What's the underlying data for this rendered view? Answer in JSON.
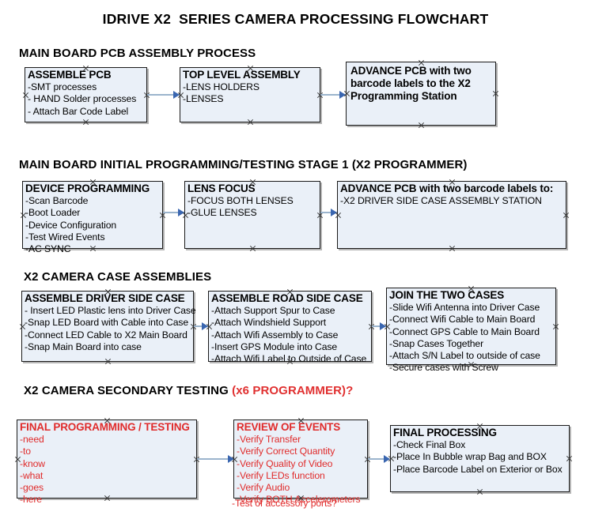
{
  "document": {
    "title": "IDRIVE X2  SERIES CAMERA PROCESSING FLOWCHART",
    "accent_color": "#e02b2b",
    "box_fill_color": "#eaf0f8",
    "box_border_color": "#1a1a1a",
    "connector_color": "#9bb4cd",
    "arrow_color": "#3a66b0"
  },
  "sections": [
    {
      "heading": "MAIN BOARD PCB ASSEMBLY PROCESS",
      "heading_accent": "",
      "boxes": [
        {
          "title": "ASSEMBLE PCB",
          "lines": [
            "-SMT processes",
            "- HAND Solder processes",
            "- Attach Bar Code Label"
          ]
        },
        {
          "title": "TOP LEVEL ASSEMBLY",
          "lines": [
            "-LENS HOLDERS",
            "-LENSES"
          ]
        },
        {
          "title": "ADVANCE PCB with two barcode labels to the  X2 Programming Station",
          "lines": []
        }
      ]
    },
    {
      "heading": "MAIN BOARD INITIAL PROGRAMMING/TESTING STAGE 1 (X2 PROGRAMMER)",
      "heading_accent": "",
      "boxes": [
        {
          "title": "DEVICE PROGRAMMING",
          "lines": [
            "-Scan Barcode",
            "-Boot Loader",
            "-Device Configuration",
            "-Test Wired Events",
            "-AC SYNC"
          ]
        },
        {
          "title": "LENS FOCUS",
          "lines": [
            "-FOCUS BOTH LENSES",
            "-GLUE LENSES"
          ]
        },
        {
          "title": "ADVANCE PCB with two barcode labels to:",
          "lines": [
            "-X2 DRIVER  SIDE  CASE  ASSEMBLY STATION"
          ]
        }
      ]
    },
    {
      "heading": "X2 CAMERA CASE ASSEMBLIES",
      "heading_accent": "",
      "boxes": [
        {
          "title": "ASSEMBLE DRIVER SIDE CASE",
          "lines": [
            "- Insert LED Plastic lens into Driver Case",
            "-Snap LED Board with Cable into Case",
            "-Connect LED Cable to X2 Main Board",
            "-Snap Main Board into case"
          ]
        },
        {
          "title": "ASSEMBLE ROAD SIDE CASE",
          "lines": [
            "-Attach Support Spur to Case",
            "-Attach Windshield Support",
            "-Attach Wifi Assembly to Case",
            "-Insert GPS Module into Case",
            "-Attach Wifi Label to Outside of Case"
          ]
        },
        {
          "title": "JOIN THE TWO CASES",
          "lines": [
            "-Slide Wifi Antenna into Driver Case",
            "-Connect Wifi Cable to Main Board",
            "-Connect GPS Cable to Main Board",
            "-Snap Cases Together",
            "-Attach S/N Label to outside of case",
            "-Secure cases with Screw"
          ]
        }
      ]
    },
    {
      "heading": "X2 CAMERA SECONDARY TESTING ",
      "heading_accent": "(x6 PROGRAMMER)?",
      "boxes": [
        {
          "title": "FINAL PROGRAMMING / TESTING",
          "lines": [
            "-need",
            "-to",
            "-know",
            "-what",
            "-goes",
            "-here"
          ]
        },
        {
          "title": "REVIEW OF EVENTS",
          "lines": [
            "-Verify Transfer",
            "-Verify Correct Quantity",
            "-Verify Quality of Video",
            "-Verify LEDs function",
            "-Verify Audio",
            "-Verify BOTH Accelerometers"
          ],
          "overflow_line": "-Test of accessory ports?"
        },
        {
          "title": "FINAL PROCESSING",
          "lines": [
            "-Check Final Box",
            "-Place In Bubble wrap Bag and BOX",
            "-Place Barcode Label on Exterior or Box"
          ]
        }
      ]
    }
  ]
}
